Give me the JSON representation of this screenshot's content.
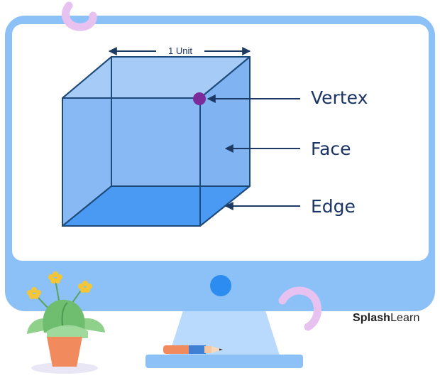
{
  "diagram": {
    "dimension_label": "1 Unit",
    "labels": {
      "vertex": "Vertex",
      "face": "Face",
      "edge": "Edge"
    }
  },
  "brand": {
    "part1": "Splash",
    "part2": "Learn"
  },
  "colors": {
    "monitor_frame": "#8cc1f7",
    "screen": "#ffffff",
    "cube_face": "#88b9f4",
    "cube_bottom": "#4a9af3",
    "cube_outline": "#1c4a7a",
    "vertex_dot": "#7b2c9a",
    "label_text": "#1b3566",
    "power_button": "#2d8cf0",
    "decor_pink": "#e7c2f0"
  }
}
